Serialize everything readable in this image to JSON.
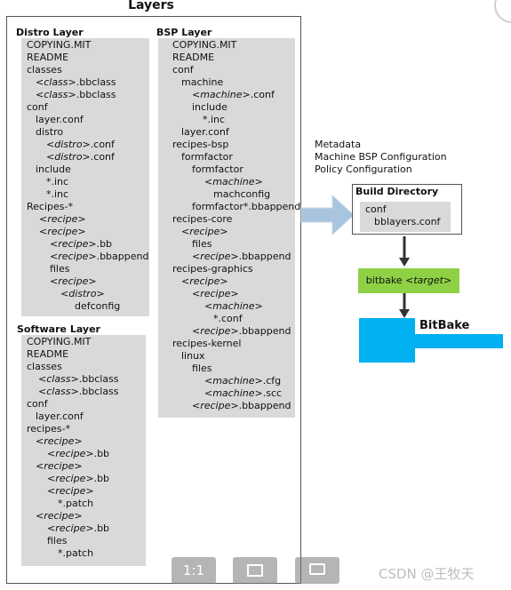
{
  "title": "Layers",
  "distro": {
    "title": "Distro Layer",
    "lines": [
      [
        {
          "t": "COPYING.MIT"
        }
      ],
      [
        {
          "t": "README"
        }
      ],
      [
        {
          "t": "classes"
        }
      ],
      [
        {
          "t": "<class>",
          "i": true
        },
        {
          "t": ".bbclass"
        }
      ],
      [
        {
          "t": "<class>",
          "i": true
        },
        {
          "t": ".bbclass"
        }
      ],
      [
        {
          "t": "conf"
        }
      ],
      [
        {
          "t": "layer.conf"
        }
      ],
      [
        {
          "t": "distro"
        }
      ],
      [
        {
          "t": "<distro>",
          "i": true
        },
        {
          "t": ".conf"
        }
      ],
      [
        {
          "t": "<distro>",
          "i": true
        },
        {
          "t": ".conf"
        }
      ],
      [
        {
          "t": "include"
        }
      ],
      [
        {
          "t": "*.inc"
        }
      ],
      [
        {
          "t": "*.inc"
        }
      ],
      [
        {
          "t": "Recipes-*"
        }
      ],
      [
        {
          "t": "<recipe>",
          "i": true
        }
      ],
      [
        {
          "t": "<recipe>",
          "i": true
        }
      ],
      [
        {
          "t": "<recipe>",
          "i": true
        },
        {
          "t": ".bb"
        }
      ],
      [
        {
          "t": "<recipe>",
          "i": true
        },
        {
          "t": ".bbappend"
        }
      ],
      [
        {
          "t": "files"
        }
      ],
      [
        {
          "t": "<recipe>",
          "i": true
        }
      ],
      [
        {
          "t": "<distro>",
          "i": true
        }
      ],
      [
        {
          "t": "defconfig"
        }
      ]
    ]
  },
  "software": {
    "title": "Software Layer",
    "lines": [
      [
        {
          "t": "COPYING.MIT"
        }
      ],
      [
        {
          "t": "README"
        }
      ],
      [
        {
          "t": "classes"
        }
      ],
      [
        {
          "t": "<class>",
          "i": true
        },
        {
          "t": ".bbclass"
        }
      ],
      [
        {
          "t": "<class>",
          "i": true
        },
        {
          "t": ".bbclass"
        }
      ],
      [
        {
          "t": "conf"
        }
      ],
      [
        {
          "t": "layer.conf"
        }
      ],
      [
        {
          "t": "recipes-*"
        }
      ],
      [
        {
          "t": "<recipe>",
          "i": true
        }
      ],
      [
        {
          "t": "<recipe>",
          "i": true
        },
        {
          "t": ".bb"
        }
      ],
      [
        {
          "t": "<recipe>",
          "i": true
        }
      ],
      [
        {
          "t": "<recipe>",
          "i": true
        },
        {
          "t": ".bb"
        }
      ],
      [
        {
          "t": "<recipe>",
          "i": true
        }
      ],
      [
        {
          "t": "*.patch"
        }
      ],
      [
        {
          "t": "<recipe>",
          "i": true
        }
      ],
      [
        {
          "t": "<recipe>",
          "i": true
        },
        {
          "t": ".bb"
        }
      ],
      [
        {
          "t": "files"
        }
      ],
      [
        {
          "t": "*.patch"
        }
      ]
    ]
  },
  "bsp": {
    "title": "BSP Layer",
    "lines": [
      [
        {
          "t": "COPYING.MIT"
        }
      ],
      [
        {
          "t": "README"
        }
      ],
      [
        {
          "t": "conf"
        }
      ],
      [
        {
          "t": "machine"
        }
      ],
      [
        {
          "t": "<machine>",
          "i": true
        },
        {
          "t": ".conf"
        }
      ],
      [
        {
          "t": "include"
        }
      ],
      [
        {
          "t": "*.inc"
        }
      ],
      [
        {
          "t": "layer.conf"
        }
      ],
      [
        {
          "t": "recipes-bsp"
        }
      ],
      [
        {
          "t": "formfactor"
        }
      ],
      [
        {
          "t": "formfactor"
        }
      ],
      [
        {
          "t": "<machine>",
          "i": true
        }
      ],
      [
        {
          "t": "machconfig"
        }
      ],
      [
        {
          "t": "formfactor*.bbappend"
        }
      ],
      [
        {
          "t": "recipes-core"
        }
      ],
      [
        {
          "t": "<recipe>",
          "i": true
        }
      ],
      [
        {
          "t": "files"
        }
      ],
      [
        {
          "t": "<recipe>",
          "i": true
        },
        {
          "t": ".bbappend"
        }
      ],
      [
        {
          "t": "recipes-graphics"
        }
      ],
      [
        {
          "t": "<recipe>",
          "i": true
        }
      ],
      [
        {
          "t": "<recipe>",
          "i": true
        }
      ],
      [
        {
          "t": "<machine>",
          "i": true
        }
      ],
      [
        {
          "t": "*.conf"
        }
      ],
      [
        {
          "t": "<recipe>",
          "i": true
        },
        {
          "t": ".bbappend"
        }
      ],
      [
        {
          "t": "recipes-kernel"
        }
      ],
      [
        {
          "t": "linux"
        }
      ],
      [
        {
          "t": "files"
        }
      ],
      [
        {
          "t": "<machine>",
          "i": true
        },
        {
          "t": ".cfg"
        }
      ],
      [
        {
          "t": "<machine>",
          "i": true
        },
        {
          "t": ".scc"
        }
      ],
      [
        {
          "t": "<recipe>",
          "i": true
        },
        {
          "t": ".bbappend"
        }
      ]
    ]
  },
  "metadata_lines": [
    "Metadata",
    "Machine BSP Configuration",
    "Policy Configuration"
  ],
  "build_directory": {
    "title": "Build Directory",
    "items": [
      "conf",
      "bblayers.conf"
    ]
  },
  "bitbake_cmd": {
    "prefix": "bitbake ",
    "arg": "<target>"
  },
  "bitbake_label": "BitBake",
  "toolbar": {
    "one_to_one": "1:1",
    "fit": "⛶",
    "screen": "🖵"
  },
  "watermark": "CSDN @王牧天",
  "colors": {
    "panel": "#d9d9d9",
    "arrow": "#a9c4de",
    "green": "#8ed145",
    "blue": "#00b0f0"
  }
}
